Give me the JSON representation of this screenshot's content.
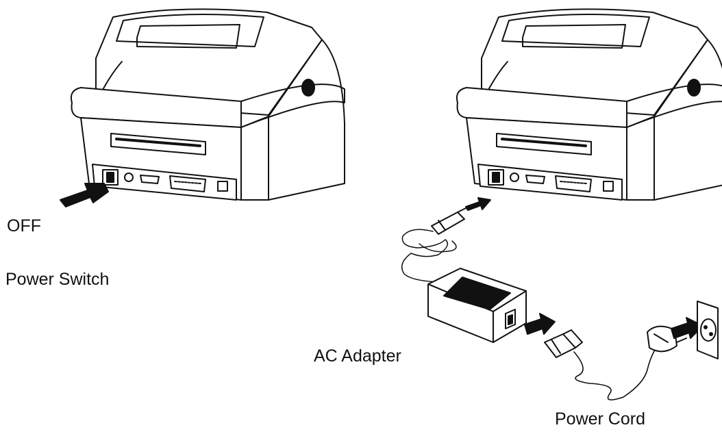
{
  "labels": {
    "off": "OFF",
    "power_switch": "Power Switch",
    "ac_adapter": "AC Adapter",
    "power_cord": "Power Cord"
  },
  "colors": {
    "line": "#111111",
    "fill": "#ffffff",
    "dark": "#111111"
  }
}
